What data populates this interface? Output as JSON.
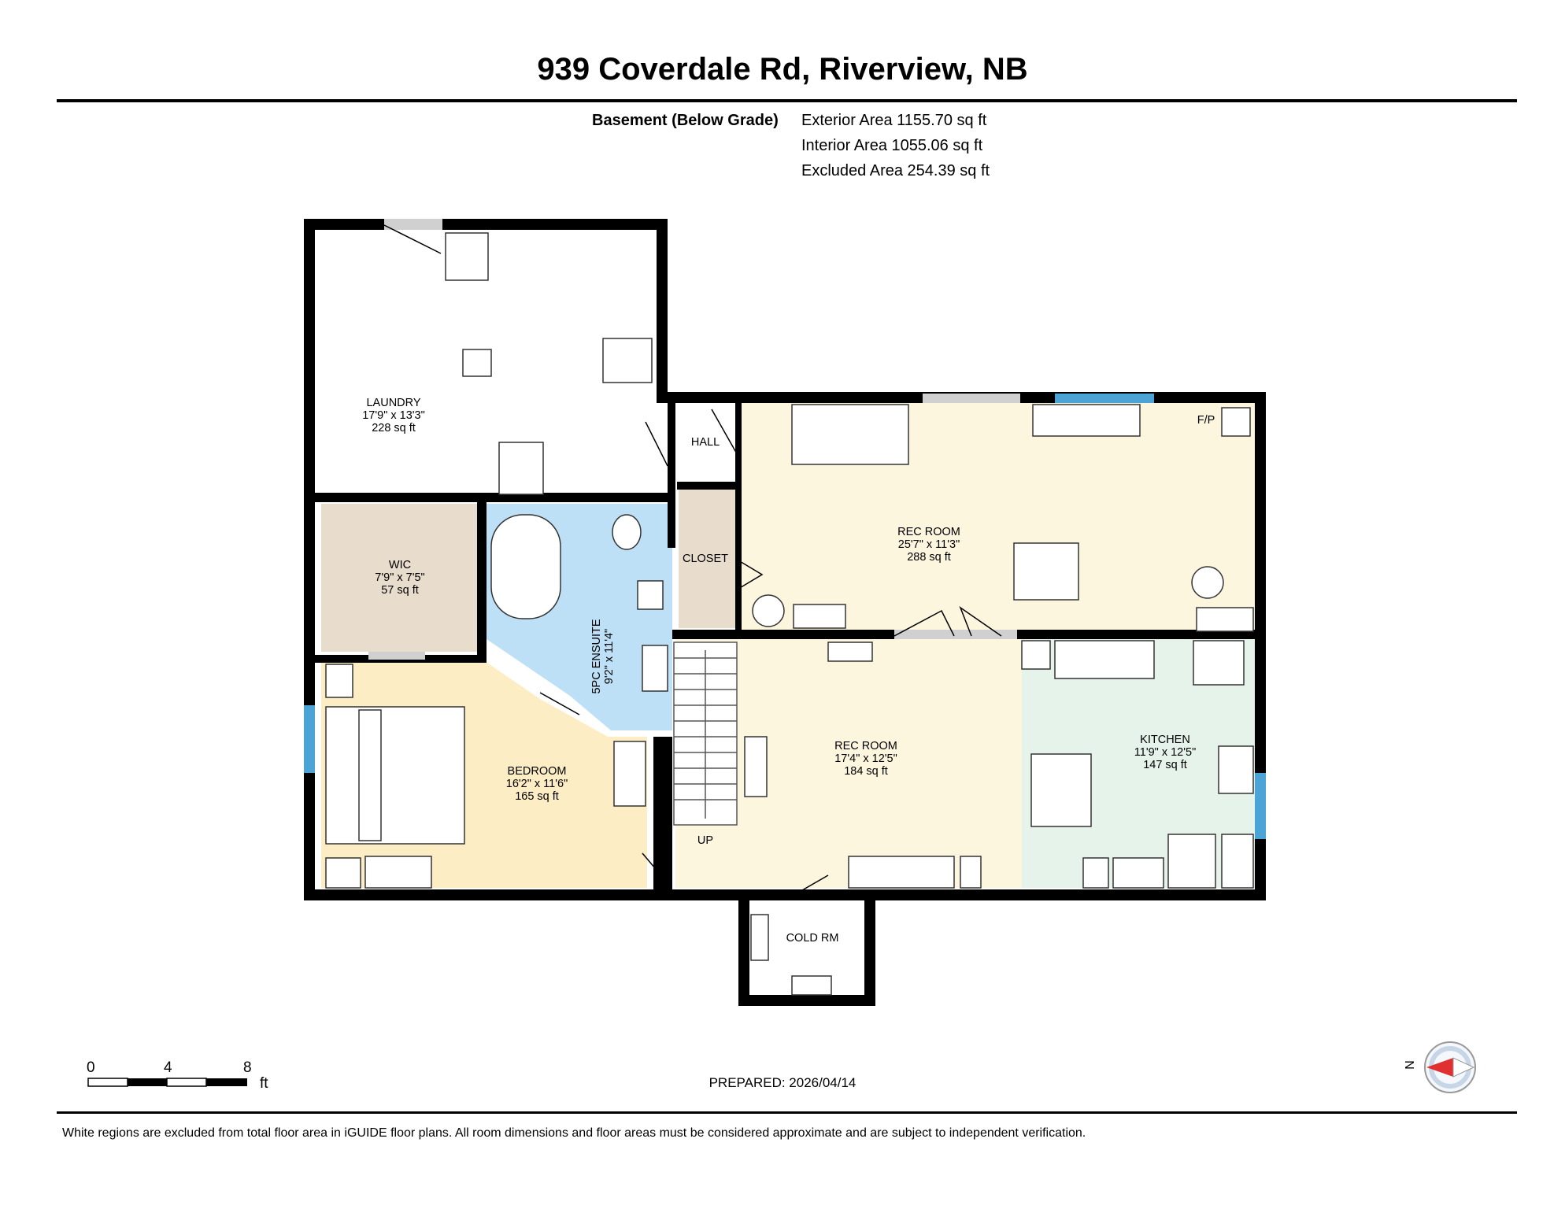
{
  "title": "939 Coverdale Rd, Riverview, NB",
  "level": "Basement (Below Grade)",
  "areas": {
    "exterior": "Exterior Area 1155.70 sq ft",
    "interior": "Interior Area 1055.06 sq ft",
    "excluded": "Excluded Area 254.39 sq ft"
  },
  "colors": {
    "wall": "#000000",
    "laundry": "#ffffff",
    "wic": "#e8dccd",
    "ensuite": "#bde0f7",
    "bedroom": "#fcedc4",
    "rec_room": "#fdf6df",
    "kitchen": "#e6f3ea",
    "closet": "#e8dccd",
    "window": "#4ba3d6"
  },
  "rooms": {
    "laundry": {
      "name": "LAUNDRY",
      "dims": "17'9\" x 13'3\"",
      "area": "228 sq ft"
    },
    "wic": {
      "name": "WIC",
      "dims": "7'9\" x 7'5\"",
      "area": "57 sq ft"
    },
    "ensuite": {
      "name": "5PC ENSUITE",
      "dims": "9'2\" x 11'4\""
    },
    "bedroom": {
      "name": "BEDROOM",
      "dims": "16'2\" x 11'6\"",
      "area": "165 sq ft"
    },
    "rec_room_1": {
      "name": "REC ROOM",
      "dims": "25'7\" x 11'3\"",
      "area": "288 sq ft"
    },
    "rec_room_2": {
      "name": "REC ROOM",
      "dims": "17'4\" x 12'5\"",
      "area": "184 sq ft"
    },
    "kitchen": {
      "name": "KITCHEN",
      "dims": "11'9\" x 12'5\"",
      "area": "147 sq ft"
    },
    "hall": {
      "name": "HALL"
    },
    "closet": {
      "name": "CLOSET"
    },
    "cold_room": {
      "name": "COLD RM"
    },
    "fireplace": {
      "name": "F/P"
    },
    "stairs": {
      "name": "UP"
    }
  },
  "scale": {
    "ticks": [
      "0",
      "4",
      "8"
    ],
    "unit": "ft"
  },
  "compass": {
    "label": "N",
    "icon": "compass-icon"
  },
  "prepared": "PREPARED: 2026/04/14",
  "disclaimer": "White regions are excluded from total floor area in iGUIDE floor plans. All room dimensions and floor areas must be considered approximate and are subject to independent verification."
}
